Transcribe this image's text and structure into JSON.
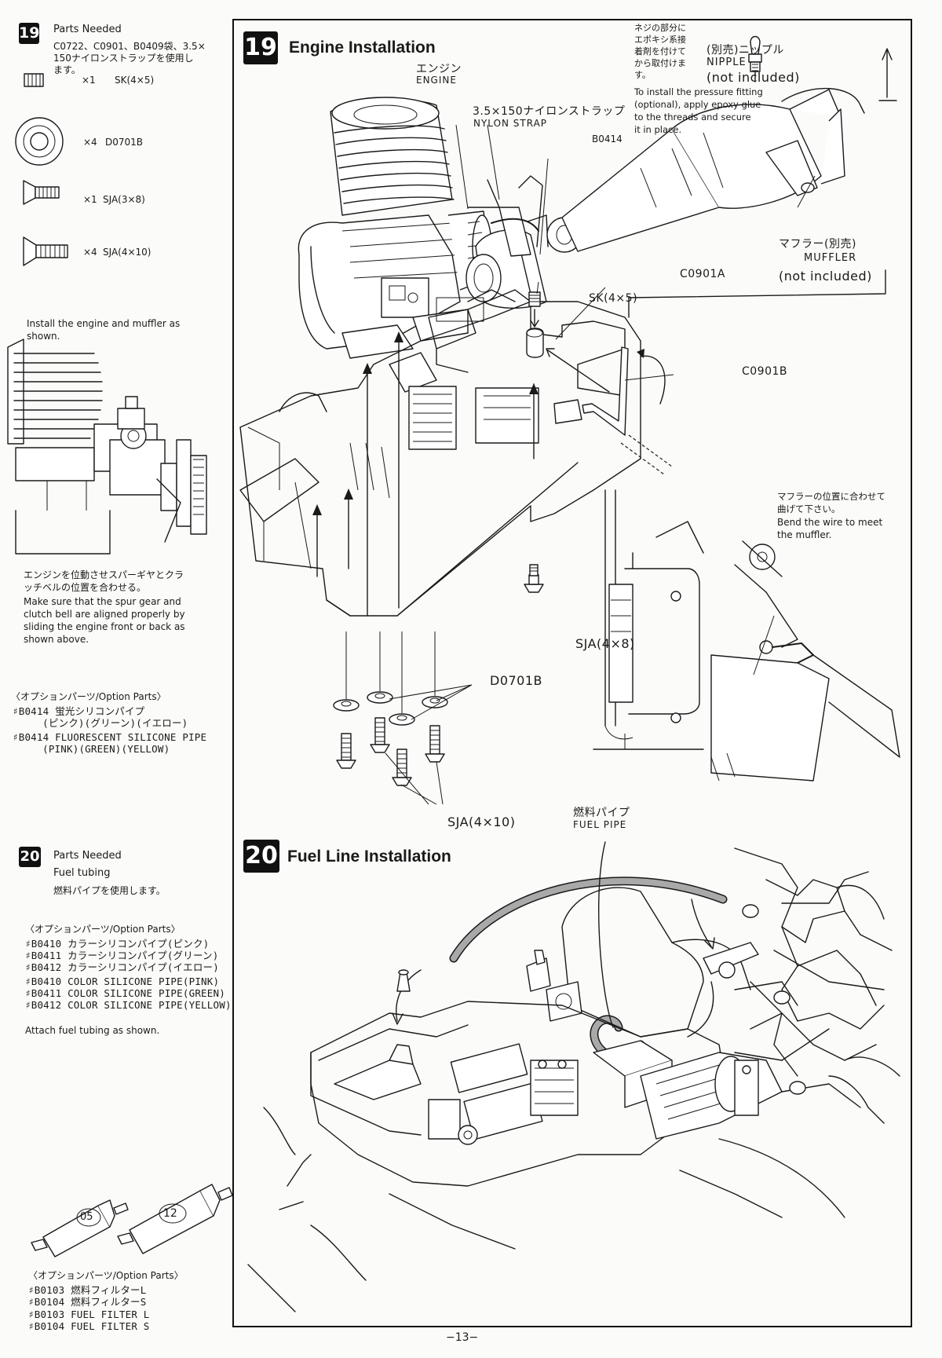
{
  "sidebar_19": {
    "step_number": "19",
    "parts_needed_label": "Parts Needed",
    "parts_note_jp_1": "C0722、C0901、B0409袋、3.5×",
    "parts_note_jp_2": "150ナイロンストラップを使用し",
    "parts_note_jp_3": "ます。",
    "parts": [
      {
        "qty": "×1",
        "name": "SK(4×5)",
        "icon": "set-screw-icon"
      },
      {
        "qty": "×4",
        "name": "D0701B",
        "icon": "washer-icon"
      },
      {
        "qty": "×1",
        "name": "SJA(3×8)",
        "icon": "countersunk-screw-icon"
      },
      {
        "qty": "×4",
        "name": "SJA(4×10)",
        "icon": "countersunk-screw-icon"
      }
    ],
    "install_note": [
      "Install the engine and muffler as",
      "shown."
    ],
    "align_note_jp": [
      "エンジンを位動させスパーギヤとクラ",
      "ッチベルの位置を合わせる。"
    ],
    "align_note_en": [
      "Make sure that the spur gear and",
      "clutch bell are aligned properly by",
      "sliding the engine front or back as",
      "shown above."
    ],
    "option_header": "〈オプションパーツ/Option Parts〉",
    "options": [
      "♯B0414 蛍光シリコンパイプ",
      "　　　(ピンク)(グリーン)(イエロー)",
      "♯B0414 FLUORESCENT SILICONE PIPE",
      "　　　(PINK)(GREEN)(YELLOW)"
    ]
  },
  "sidebar_20": {
    "step_number": "20",
    "parts_needed_label": "Parts Needed",
    "parts_item": "Fuel tubing",
    "parts_note_jp": "燃料パイプを使用します。",
    "option_header": "〈オプションパーツ/Option Parts〉",
    "options": [
      "♯B0410 カラーシリコンパイプ(ピンク)",
      "♯B0411 カラーシリコンパイプ(グリーン)",
      "♯B0412 カラーシリコンパイプ(イエロー)",
      "♯B0410 COLOR SILICONE PIPE(PINK)",
      "♯B0411 COLOR SILICONE PIPE(GREEN)",
      "♯B0412 COLOR SILICONE PIPE(YELLOW)"
    ],
    "attach_note": "Attach fuel tubing as shown.",
    "filter_labels": [
      "05",
      "12"
    ],
    "option_header_2": "〈オプションパーツ/Option Parts〉",
    "options_2": [
      "♯B0103 燃料フィルターL",
      "♯B0104 燃料フィルターS",
      "♯B0103 FUEL FILTER L",
      "♯B0104 FUEL FILTER S"
    ]
  },
  "main_19": {
    "step_number": "19",
    "title": "Engine Installation",
    "labels": {
      "engine_jp": "エンジン",
      "engine_en": "ENGINE",
      "strap_jp": "3.5×150ナイロンストラップ",
      "strap_en": "NYLON STRAP",
      "b0414": "B0414",
      "epoxy_jp": [
        "ネジの部分に",
        "エポキシ系接",
        "着剤を付けて",
        "から取付けま",
        "す。"
      ],
      "epoxy_en": [
        "To install the pressure fitting",
        "(optional), apply epoxy glue",
        "to the threads and secure",
        "it in place."
      ],
      "nipple_jp": "(別売)ニップル",
      "nipple_en": "NIPPLE",
      "nipple_note": "(not included)",
      "muffler_jp": "マフラー(別売)",
      "muffler_en": "MUFFLER",
      "muffler_note": "(not included)",
      "c0901a": "C0901A",
      "sk45": "SK(4×5)",
      "c0901b": "C0901B",
      "bend_jp": [
        "マフラーの位置に合わせて",
        "曲げて下さい。"
      ],
      "bend_en": [
        "Bend the wire to meet",
        "the muffler."
      ],
      "sja48": "SJA(4×8)",
      "d0701b": "D0701B",
      "sja410": "SJA(4×10)"
    }
  },
  "main_20": {
    "step_number": "20",
    "title": "Fuel Line Installation",
    "fuel_jp": "燃料パイプ",
    "fuel_en": "FUEL PIPE"
  },
  "page_number": "−13−"
}
